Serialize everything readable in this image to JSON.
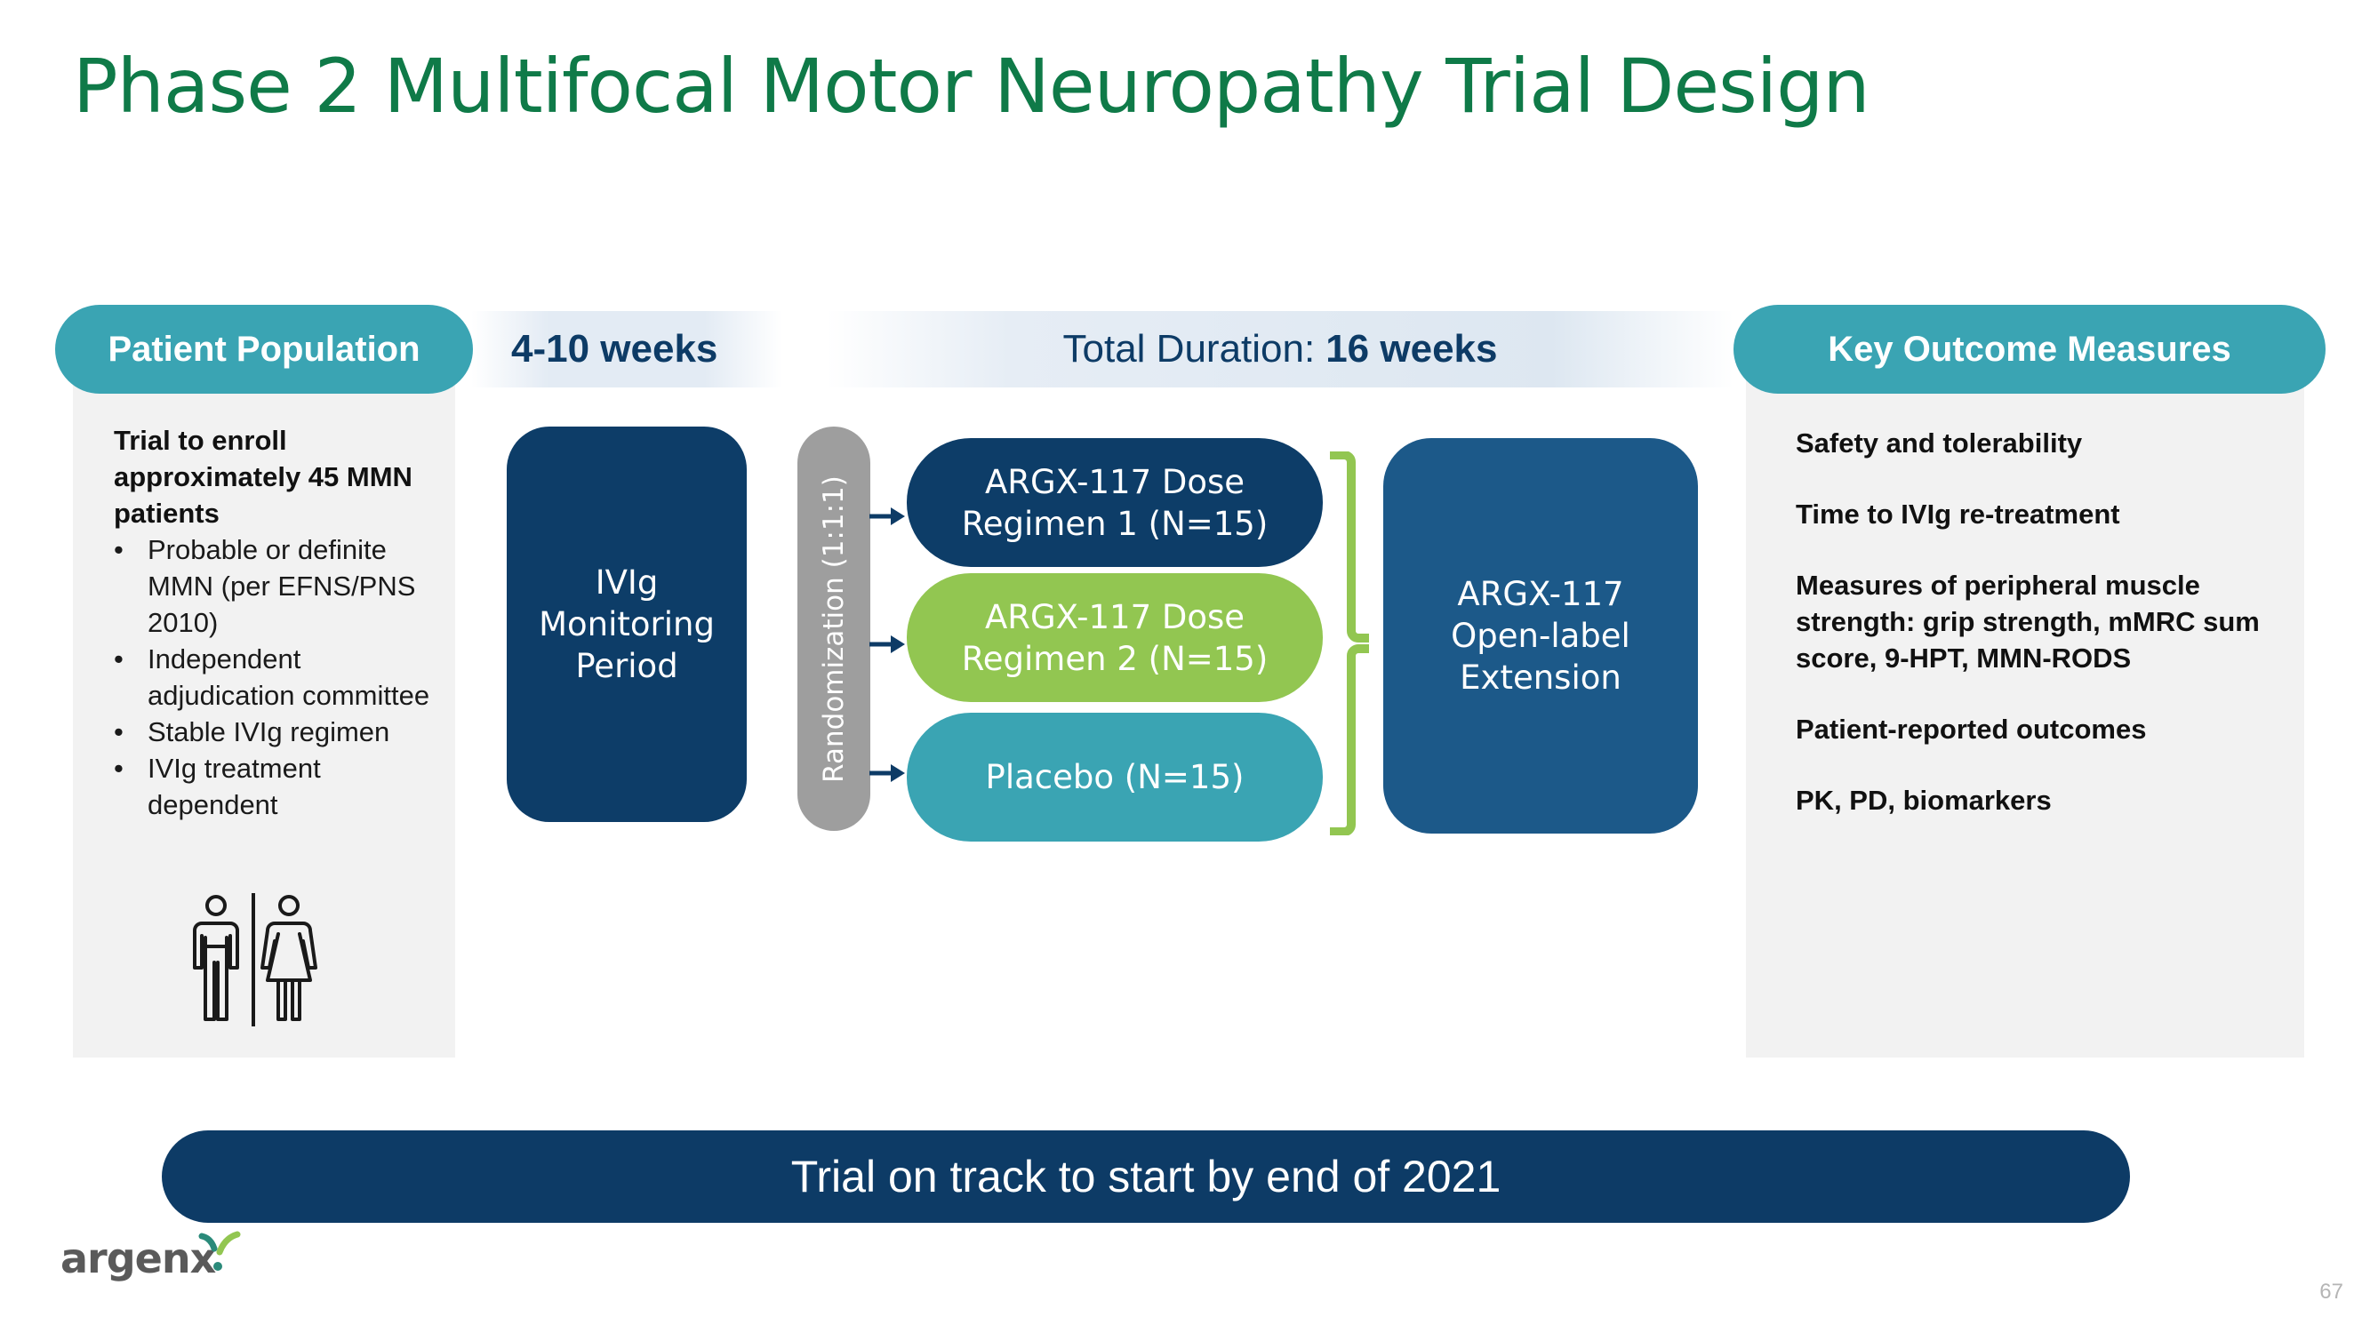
{
  "title": "Phase 2 Multifocal Motor Neuropathy Trial Design",
  "patient_population": {
    "header": "Patient Population",
    "lead": "Trial to enroll approximately 45 MMN patients",
    "bullets": [
      "Probable or definite MMN (per EFNS/PNS 2010)",
      "Independent adjudication committee",
      "Stable IVIg regimen",
      "IVIg treatment dependent"
    ],
    "icon": "restroom-people-icon"
  },
  "durations": {
    "monitoring": "4-10 weeks",
    "total_prefix": "Total Duration:",
    "total_value": "16 weeks"
  },
  "flow": {
    "ivig_box": [
      "IVIg",
      "Monitoring",
      "Period"
    ],
    "randomization": "Randomization (1:1:1)",
    "arms": [
      {
        "line1": "ARGX-117 Dose",
        "line2": "Regimen 1 (N=15)",
        "color": "#0d3d68"
      },
      {
        "line1": "ARGX-117 Dose",
        "line2": "Regimen 2 (N=15)",
        "color": "#92c651"
      },
      {
        "line1": "Placebo (N=15)",
        "line2": "",
        "color": "#3aa4b3"
      }
    ],
    "extension_box": [
      "ARGX-117",
      "Open-label",
      "Extension"
    ]
  },
  "key_outcomes": {
    "header": "Key Outcome Measures",
    "items": [
      "Safety and tolerability",
      "Time to IVIg re-treatment",
      "Measures of peripheral muscle strength: grip strength, mMRC sum score, 9-HPT, MMN-RODS",
      "Patient-reported outcomes",
      "PK, PD, biomarkers"
    ]
  },
  "banner": "Trial on track to start by end of 2021",
  "logo": "argenx",
  "page_number": "67",
  "colors": {
    "title_green": "#0f7a48",
    "navy": "#0d3b66",
    "teal": "#3aa4b3",
    "lime": "#92c651",
    "ext_blue": "#1c5989",
    "gray": "#9e9e9e"
  }
}
